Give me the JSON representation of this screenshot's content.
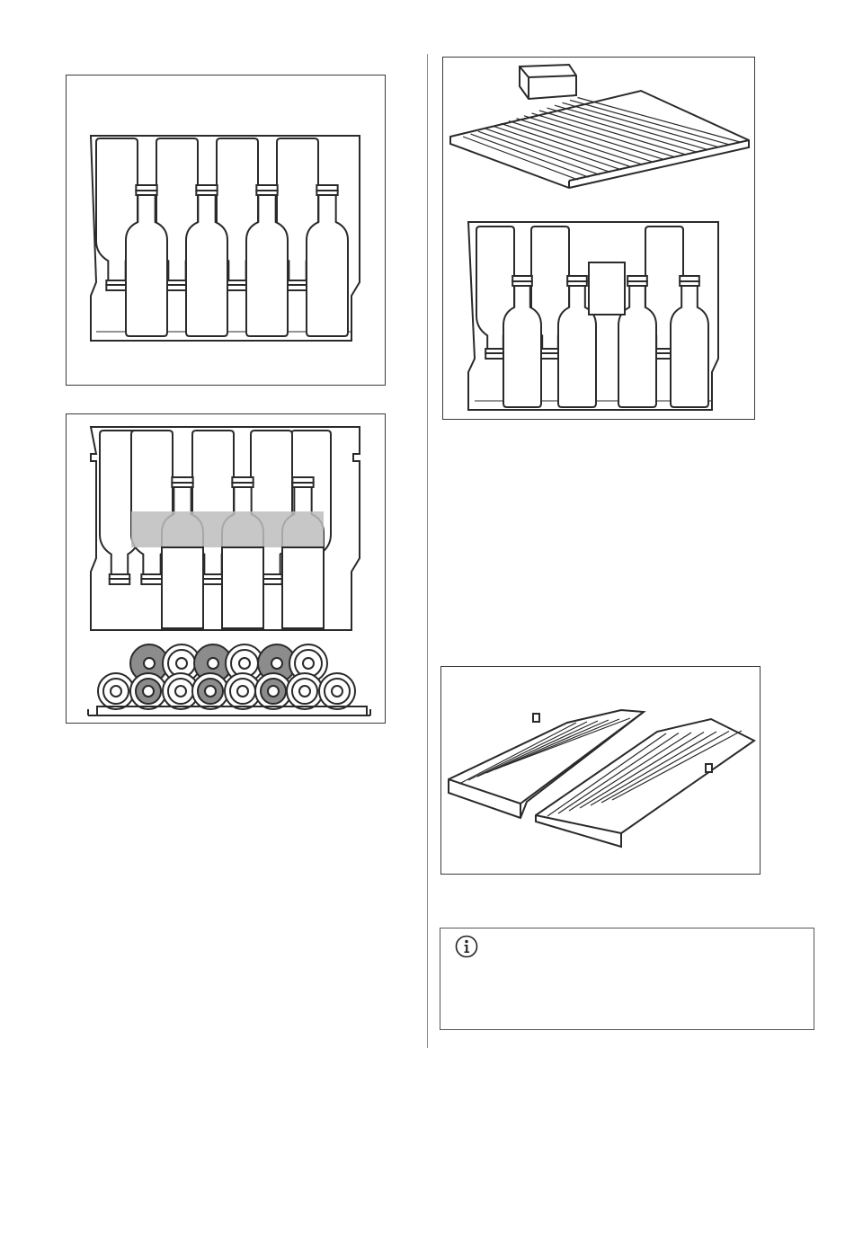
{
  "figures": [
    {
      "id": "fig1",
      "icon": "bottle-shelf-front-view-illustration"
    },
    {
      "id": "fig2",
      "icon": "bottle-shelf-with-stacked-bottles-illustration"
    },
    {
      "id": "fig3",
      "icon": "wire-shelf-and-drawer-illustration"
    },
    {
      "id": "fig4",
      "icon": "split-shelf-illustration"
    }
  ],
  "note": {
    "icon": "info-icon",
    "text": ""
  },
  "colors": {
    "line": "#2a2a2a",
    "highlight": "#bdbdbd",
    "dark_fill": "#8c8c8c"
  }
}
